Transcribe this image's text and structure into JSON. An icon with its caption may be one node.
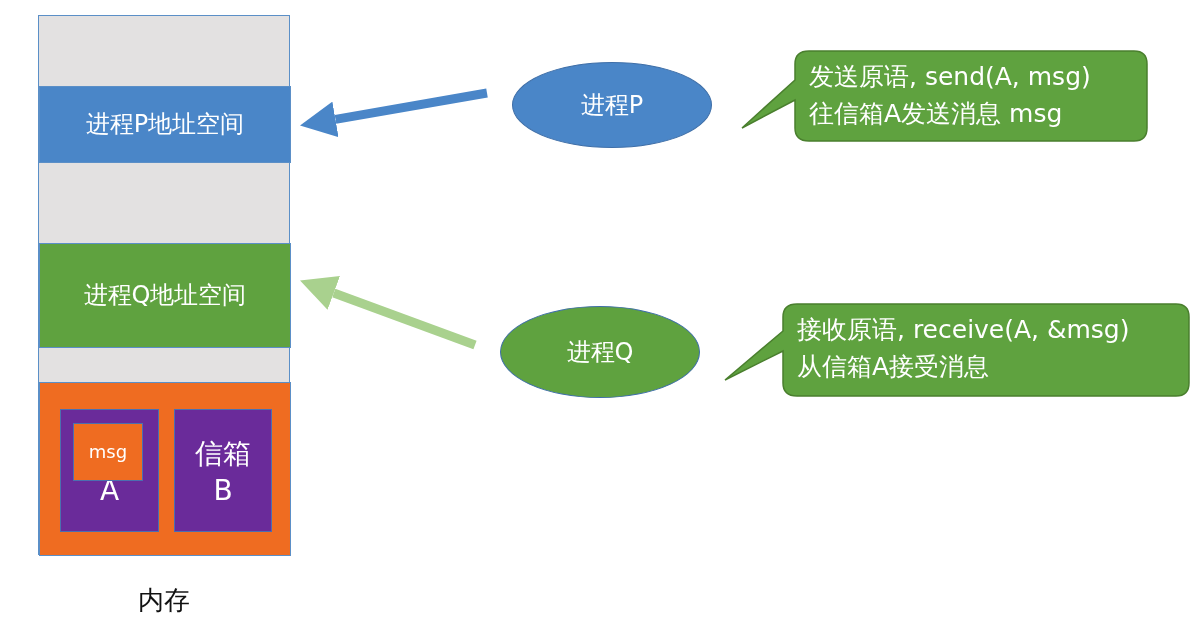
{
  "diagram": {
    "nodes": [
      {
        "text": [
          "内存"
        ]
      },
      {
        "text": [
          "进程P地址空间"
        ],
        "in": 0
      },
      {
        "text": [
          "进程Q地址空间"
        ],
        "in": 0
      },
      {
        "text": [],
        "shape": "box",
        "in": 0
      },
      {
        "text": [
          "A"
        ],
        "in": 3
      },
      {
        "text": [
          "msg"
        ],
        "in": 4
      },
      {
        "text": [
          "信箱B"
        ],
        "in": 3
      },
      {
        "text": [
          "进程P"
        ]
      },
      {
        "text": [
          "发送原语, send(A, msg) 往信箱A发送消息 msg"
        ]
      },
      {
        "text": [
          "进程Q"
        ]
      },
      {
        "text": [
          "接收原语, receive(A, &msg) 从信箱A接受消息"
        ]
      }
    ],
    "edges": [
      {
        "from": 7,
        "to": 1,
        "arrow": "to",
        "color": "#4a86c8"
      },
      {
        "from": 9,
        "to": 2,
        "arrow": "to",
        "color": "#a9d18e"
      }
    ]
  }
}
